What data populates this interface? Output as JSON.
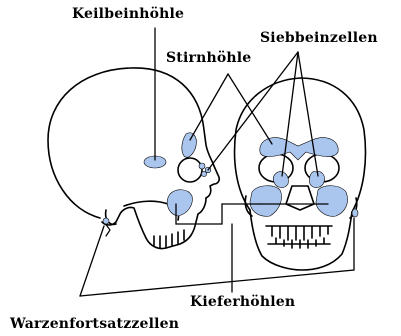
{
  "labels": {
    "sphenoid": "Keilbeinhöhle",
    "frontal": "Stirnhöhle",
    "ethmoid": "Siebbeinzellen",
    "maxillary": "Kieferhöhlen",
    "mastoid": "Warzenfortsatzzellen"
  },
  "colors": {
    "sinus": "#aac6ee",
    "outline": "#000000",
    "background": "#ffffff"
  }
}
